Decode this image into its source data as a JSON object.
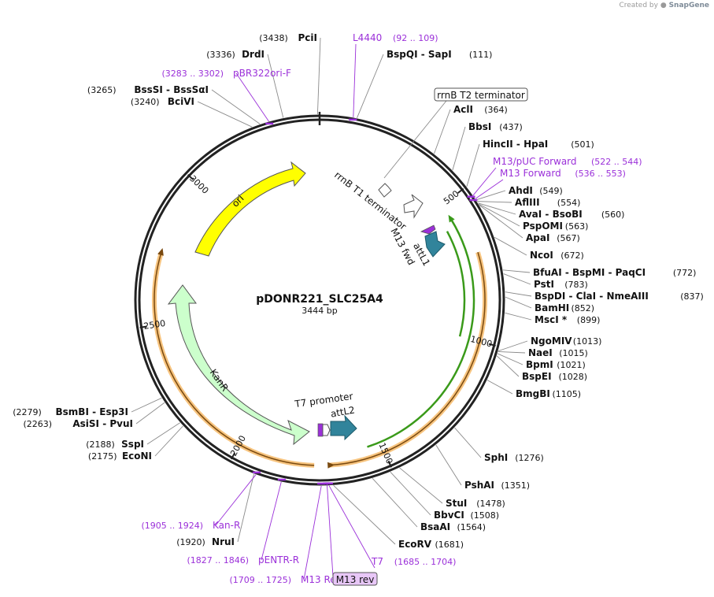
{
  "credit": {
    "prefix": "Created by",
    "brand": "SnapGene"
  },
  "plasmid": {
    "name": "pDONR221_SLC25A4",
    "size_label": "3444 bp",
    "length": 3444
  },
  "ticks": [
    {
      "pos": 500,
      "label": "500"
    },
    {
      "pos": 1000,
      "label": "1000"
    },
    {
      "pos": 1500,
      "label": "1500"
    },
    {
      "pos": 2000,
      "label": "2000"
    },
    {
      "pos": 2500,
      "label": "2500"
    },
    {
      "pos": 3000,
      "label": "3000"
    }
  ],
  "sites": [
    {
      "name": "PciI",
      "pos": "(3438)",
      "bp": 3438,
      "side": "L"
    },
    {
      "name": "DrdI",
      "pos": "(3336)",
      "bp": 3336,
      "side": "L"
    },
    {
      "name": "BssSI  - BssSαI",
      "pos": "(3265)",
      "bp": 3265,
      "side": "L"
    },
    {
      "name": "BciVI",
      "pos": "(3240)",
      "bp": 3240,
      "side": "L"
    },
    {
      "name": "BspQI  - SapI",
      "pos": "(111)",
      "bp": 111,
      "side": "R"
    },
    {
      "name": "AclI",
      "pos": "(364)",
      "bp": 364,
      "side": "R"
    },
    {
      "name": "BbsI",
      "pos": "(437)",
      "bp": 437,
      "side": "R"
    },
    {
      "name": "HincII  - HpaI",
      "pos": "(501)",
      "bp": 501,
      "side": "R"
    },
    {
      "name": "AhdI",
      "pos": "(549)",
      "bp": 549,
      "side": "R"
    },
    {
      "name": "AflIII",
      "pos": "(554)",
      "bp": 554,
      "side": "R"
    },
    {
      "name": "AvaI  - BsoBI",
      "pos": "(560)",
      "bp": 560,
      "side": "R"
    },
    {
      "name": "PspOMI",
      "pos": "(563)",
      "bp": 563,
      "side": "R"
    },
    {
      "name": "ApaI",
      "pos": "(567)",
      "bp": 567,
      "side": "R"
    },
    {
      "name": "NcoI",
      "pos": "(672)",
      "bp": 672,
      "side": "R"
    },
    {
      "name": "BfuAI  - BspMI  - PaqCI",
      "pos": "(772)",
      "bp": 772,
      "side": "R"
    },
    {
      "name": "PstI",
      "pos": "(783)",
      "bp": 783,
      "side": "R"
    },
    {
      "name": "BspDI  - ClaI  - NmeAIII",
      "pos": "(837)",
      "bp": 837,
      "side": "R"
    },
    {
      "name": "BamHI",
      "pos": "(852)",
      "bp": 852,
      "side": "R"
    },
    {
      "name": "MscI *",
      "pos": "(899)",
      "bp": 899,
      "side": "R"
    },
    {
      "name": "NgoMIV",
      "pos": "(1013)",
      "bp": 1013,
      "side": "R"
    },
    {
      "name": "NaeI",
      "pos": "(1015)",
      "bp": 1015,
      "side": "R"
    },
    {
      "name": "BpmI",
      "pos": "(1021)",
      "bp": 1021,
      "side": "R"
    },
    {
      "name": "BspEI",
      "pos": "(1028)",
      "bp": 1028,
      "side": "R"
    },
    {
      "name": "BmgBI",
      "pos": "(1105)",
      "bp": 1105,
      "side": "R"
    },
    {
      "name": "SphI",
      "pos": "(1276)",
      "bp": 1276,
      "side": "R"
    },
    {
      "name": "PshAI",
      "pos": "(1351)",
      "bp": 1351,
      "side": "R"
    },
    {
      "name": "StuI",
      "pos": "(1478)",
      "bp": 1478,
      "side": "R"
    },
    {
      "name": "BbvCI",
      "pos": "(1508)",
      "bp": 1508,
      "side": "R"
    },
    {
      "name": "BsaAI",
      "pos": "(1564)",
      "bp": 1564,
      "side": "R"
    },
    {
      "name": "EcoRV",
      "pos": "(1681)",
      "bp": 1681,
      "side": "R"
    },
    {
      "name": "NruI",
      "pos": "(1920)",
      "bp": 1920,
      "side": "L"
    },
    {
      "name": "SspI",
      "pos": "(2188)",
      "bp": 2188,
      "side": "L"
    },
    {
      "name": "EcoNI",
      "pos": "(2175)",
      "bp": 2175,
      "side": "L"
    },
    {
      "name": "BsmBI  - Esp3I",
      "pos": "(2279)",
      "bp": 2279,
      "side": "L"
    },
    {
      "name": "AsiSI  - PvuI",
      "pos": "(2263)",
      "bp": 2263,
      "side": "L"
    }
  ],
  "primers": [
    {
      "name": "L4440",
      "range": "(92 .. 109)",
      "bp": 100,
      "side": "R"
    },
    {
      "name": "pBR322ori-F",
      "range": "(3283 .. 3302)",
      "bp": 3292,
      "side": "L"
    },
    {
      "name": "M13/pUC Forward",
      "range": "(522 .. 544)",
      "bp": 533,
      "side": "R"
    },
    {
      "name": "M13 Forward",
      "range": "(536 .. 553)",
      "bp": 545,
      "side": "R"
    },
    {
      "name": "Kan-R",
      "range": "(1905 .. 1924)",
      "bp": 1914,
      "side": "L"
    },
    {
      "name": "pENTR-R",
      "range": "(1827 .. 1846)",
      "bp": 1836,
      "side": "L"
    },
    {
      "name": "M13 Reverse",
      "range": "(1709 .. 1725)",
      "bp": 1717,
      "side": "L"
    },
    {
      "name": "T7",
      "range": "(1685 .. 1704)",
      "bp": 1694,
      "side": "R"
    },
    {
      "name": "M13 rev",
      "range": "",
      "bp": 1700,
      "side": "C",
      "boxed": true
    }
  ],
  "boxed_labels": [
    {
      "name": "rrnB T2 terminator"
    }
  ],
  "features": [
    {
      "name": "ori",
      "kind": "arrow",
      "color": "#ffff00"
    },
    {
      "name": "KanR",
      "kind": "arrow",
      "color": "#ccffcc"
    },
    {
      "name": "rrnB T1 terminator",
      "kind": "terminator",
      "color": "#ffffff"
    },
    {
      "name": "M13 fwd",
      "kind": "label",
      "color": "#9b30d9"
    },
    {
      "name": "attL1",
      "kind": "arrow",
      "color": "#31849b"
    },
    {
      "name": "attL2",
      "kind": "arrow",
      "color": "#31849b"
    },
    {
      "name": "T7 promoter",
      "kind": "promoter",
      "color": "#ffffff"
    }
  ],
  "colors": {
    "backbone": "#222222",
    "orf_arc": "#f7c47f",
    "green_arc": "#3a9a1a",
    "primer": "#9b30d9"
  }
}
